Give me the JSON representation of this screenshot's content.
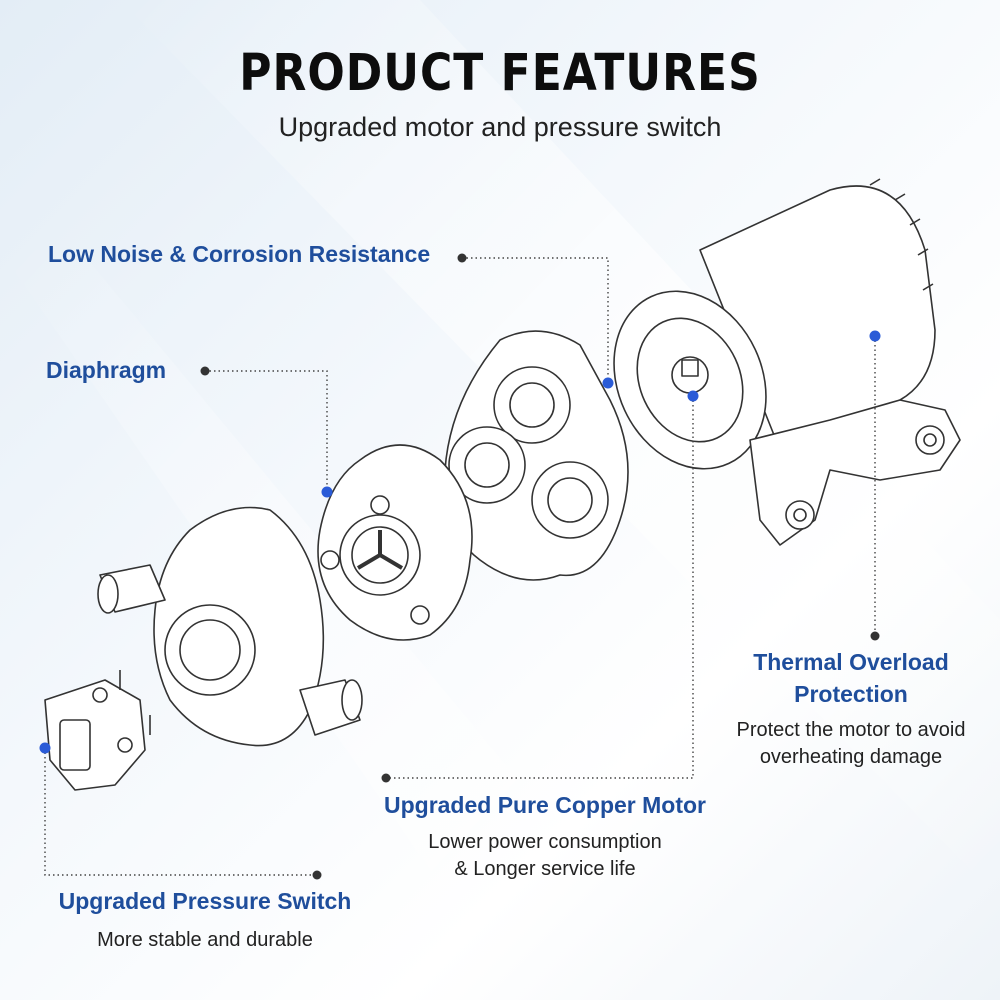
{
  "header": {
    "title": "PRODUCT FEATURES",
    "subtitle": "Upgraded motor and pressure switch"
  },
  "features": {
    "low_noise": {
      "label": "Low Noise & Corrosion Resistance"
    },
    "diaphragm": {
      "label": "Diaphragm"
    },
    "thermal": {
      "label_line1": "Thermal Overload",
      "label_line2": "Protection",
      "desc_line1": "Protect the motor to avoid",
      "desc_line2": "overheating damage"
    },
    "motor": {
      "label": "Upgraded Pure Copper Motor",
      "desc_line1": "Lower power consumption",
      "desc_line2": "& Longer service life"
    },
    "switch": {
      "label": "Upgraded Pressure Switch",
      "desc_line1": "More stable and durable"
    }
  },
  "colors": {
    "accent": "#1f4e9c",
    "marker": "#2a5bd7",
    "text": "#222222"
  },
  "icons": [
    "pump-exploded-illustration"
  ]
}
